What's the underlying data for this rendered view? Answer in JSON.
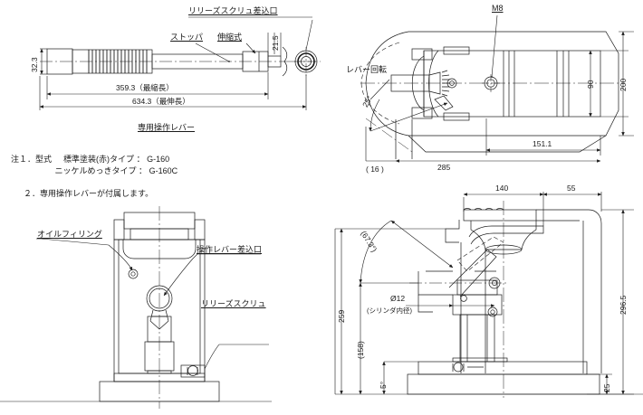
{
  "drawing": {
    "title": "G-160 hydraulic toe jack dimensional drawing",
    "line_color": "#1a1a1a",
    "bg_color": "#ffffff"
  },
  "views": {
    "lever": {
      "caption": "専用操作レバー",
      "labels": {
        "release_screw_port": "リリーズスクリュ差込口",
        "stopper": "ストッパ",
        "telescopic": "伸縮式"
      },
      "dimensions": {
        "grip_dia": "32.3",
        "head_height": "21.5",
        "retracted": "359.3（最縮長）",
        "extended": "634.3（最伸長）"
      }
    },
    "plan": {
      "labels": {
        "bolt": "M8",
        "lever_rotation": "レバー回転"
      },
      "dimensions": {
        "angle": "25°",
        "offset": "( 16 )",
        "width_inner": "151.1",
        "width_total": "285",
        "height_inner": "90",
        "height_total": "200"
      }
    },
    "front": {
      "labels": {
        "oil_filling": "オイルフィリング",
        "lever_socket": "操作レバー差込口",
        "release_screw": "リリーズスクリュ"
      }
    },
    "side": {
      "dimensions": {
        "body_width": "140",
        "claw_width": "55",
        "total_height": "296.5",
        "base_height": "25",
        "claw_height": "259",
        "stroke": "(158)",
        "arm_angle": "(67.3°)",
        "claw_angle": "5°",
        "cylinder_bore": "Ø12",
        "cylinder_bore_note": "(シリンダ内径)"
      }
    }
  },
  "notes": {
    "line1_head": "注１．型式",
    "line1_a_label": "標準塗装(赤)タイプ",
    "line1_a_sep": "：",
    "line1_a_value": "G-160",
    "line1_b_label": "ニッケルめっきタイプ",
    "line1_b_sep": "：",
    "line1_b_value": "G-160C",
    "line2": "２．専用操作レバーが付属します。"
  }
}
